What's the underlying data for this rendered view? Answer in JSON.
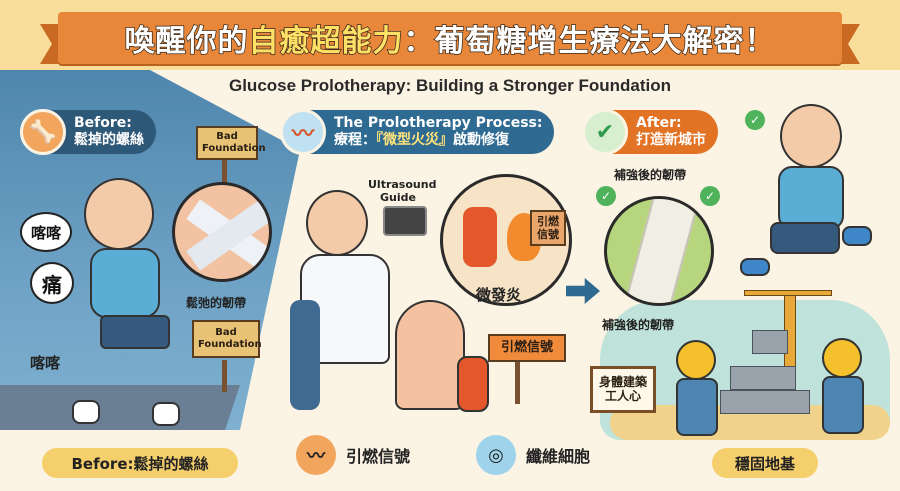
{
  "header": {
    "title_part1": "喚醒你的",
    "title_highlight": "自癒超能力",
    "title_part2": "：葡萄糖增生療法大解密！",
    "subtitle": "Glucose Prolotherapy: Building a Stronger Foundation"
  },
  "before": {
    "pill_line1": "Before:",
    "pill_line2": "鬆掉的螺絲",
    "icon": "joint-icon",
    "sign_top": "Bad Foundation",
    "sign_bottom": "Bad Foundation",
    "bubble1": "喀喀",
    "bubble2": "痛",
    "sound_text": "喀喀",
    "ligament_label": "鬆弛的韌帶",
    "bottom_label": "Before:鬆掉的螺絲"
  },
  "process": {
    "pill_line1": "The Prolotherapy Process:",
    "pill_line2_prefix": "療程：",
    "pill_line2_quote": "『微型火災』",
    "pill_line2_suffix": "啟動修復",
    "icon": "muscle-icon",
    "ultrasound_label": "Ultrasound Guide",
    "circle_sign": "引燃信號",
    "circle_label": "微發炎",
    "ground_sign": "引燃信號",
    "legend": [
      {
        "icon": "muscle-fiber-icon",
        "label": "引燃信號",
        "color": "#f2a55c"
      },
      {
        "icon": "fibroblast-cell-icon",
        "label": "纖維細胞",
        "color": "#9fd3ec"
      }
    ]
  },
  "after": {
    "pill_line1": "After:",
    "pill_line2": "打造新城市",
    "icon": "checkmark-icon",
    "ligament_label_top": "補強後的韌帶",
    "ligament_label_bottom": "補強後的韌帶",
    "board_text": "身體建築工人心",
    "bottom_label": "穩固地基"
  },
  "colors": {
    "banner": "#e8873a",
    "highlight": "#ffe066",
    "before_bg": "#4f86ad",
    "after_pill": "#e27325",
    "process_pill": "#2e6a92",
    "bottom_pill": "#f5cf6c"
  }
}
